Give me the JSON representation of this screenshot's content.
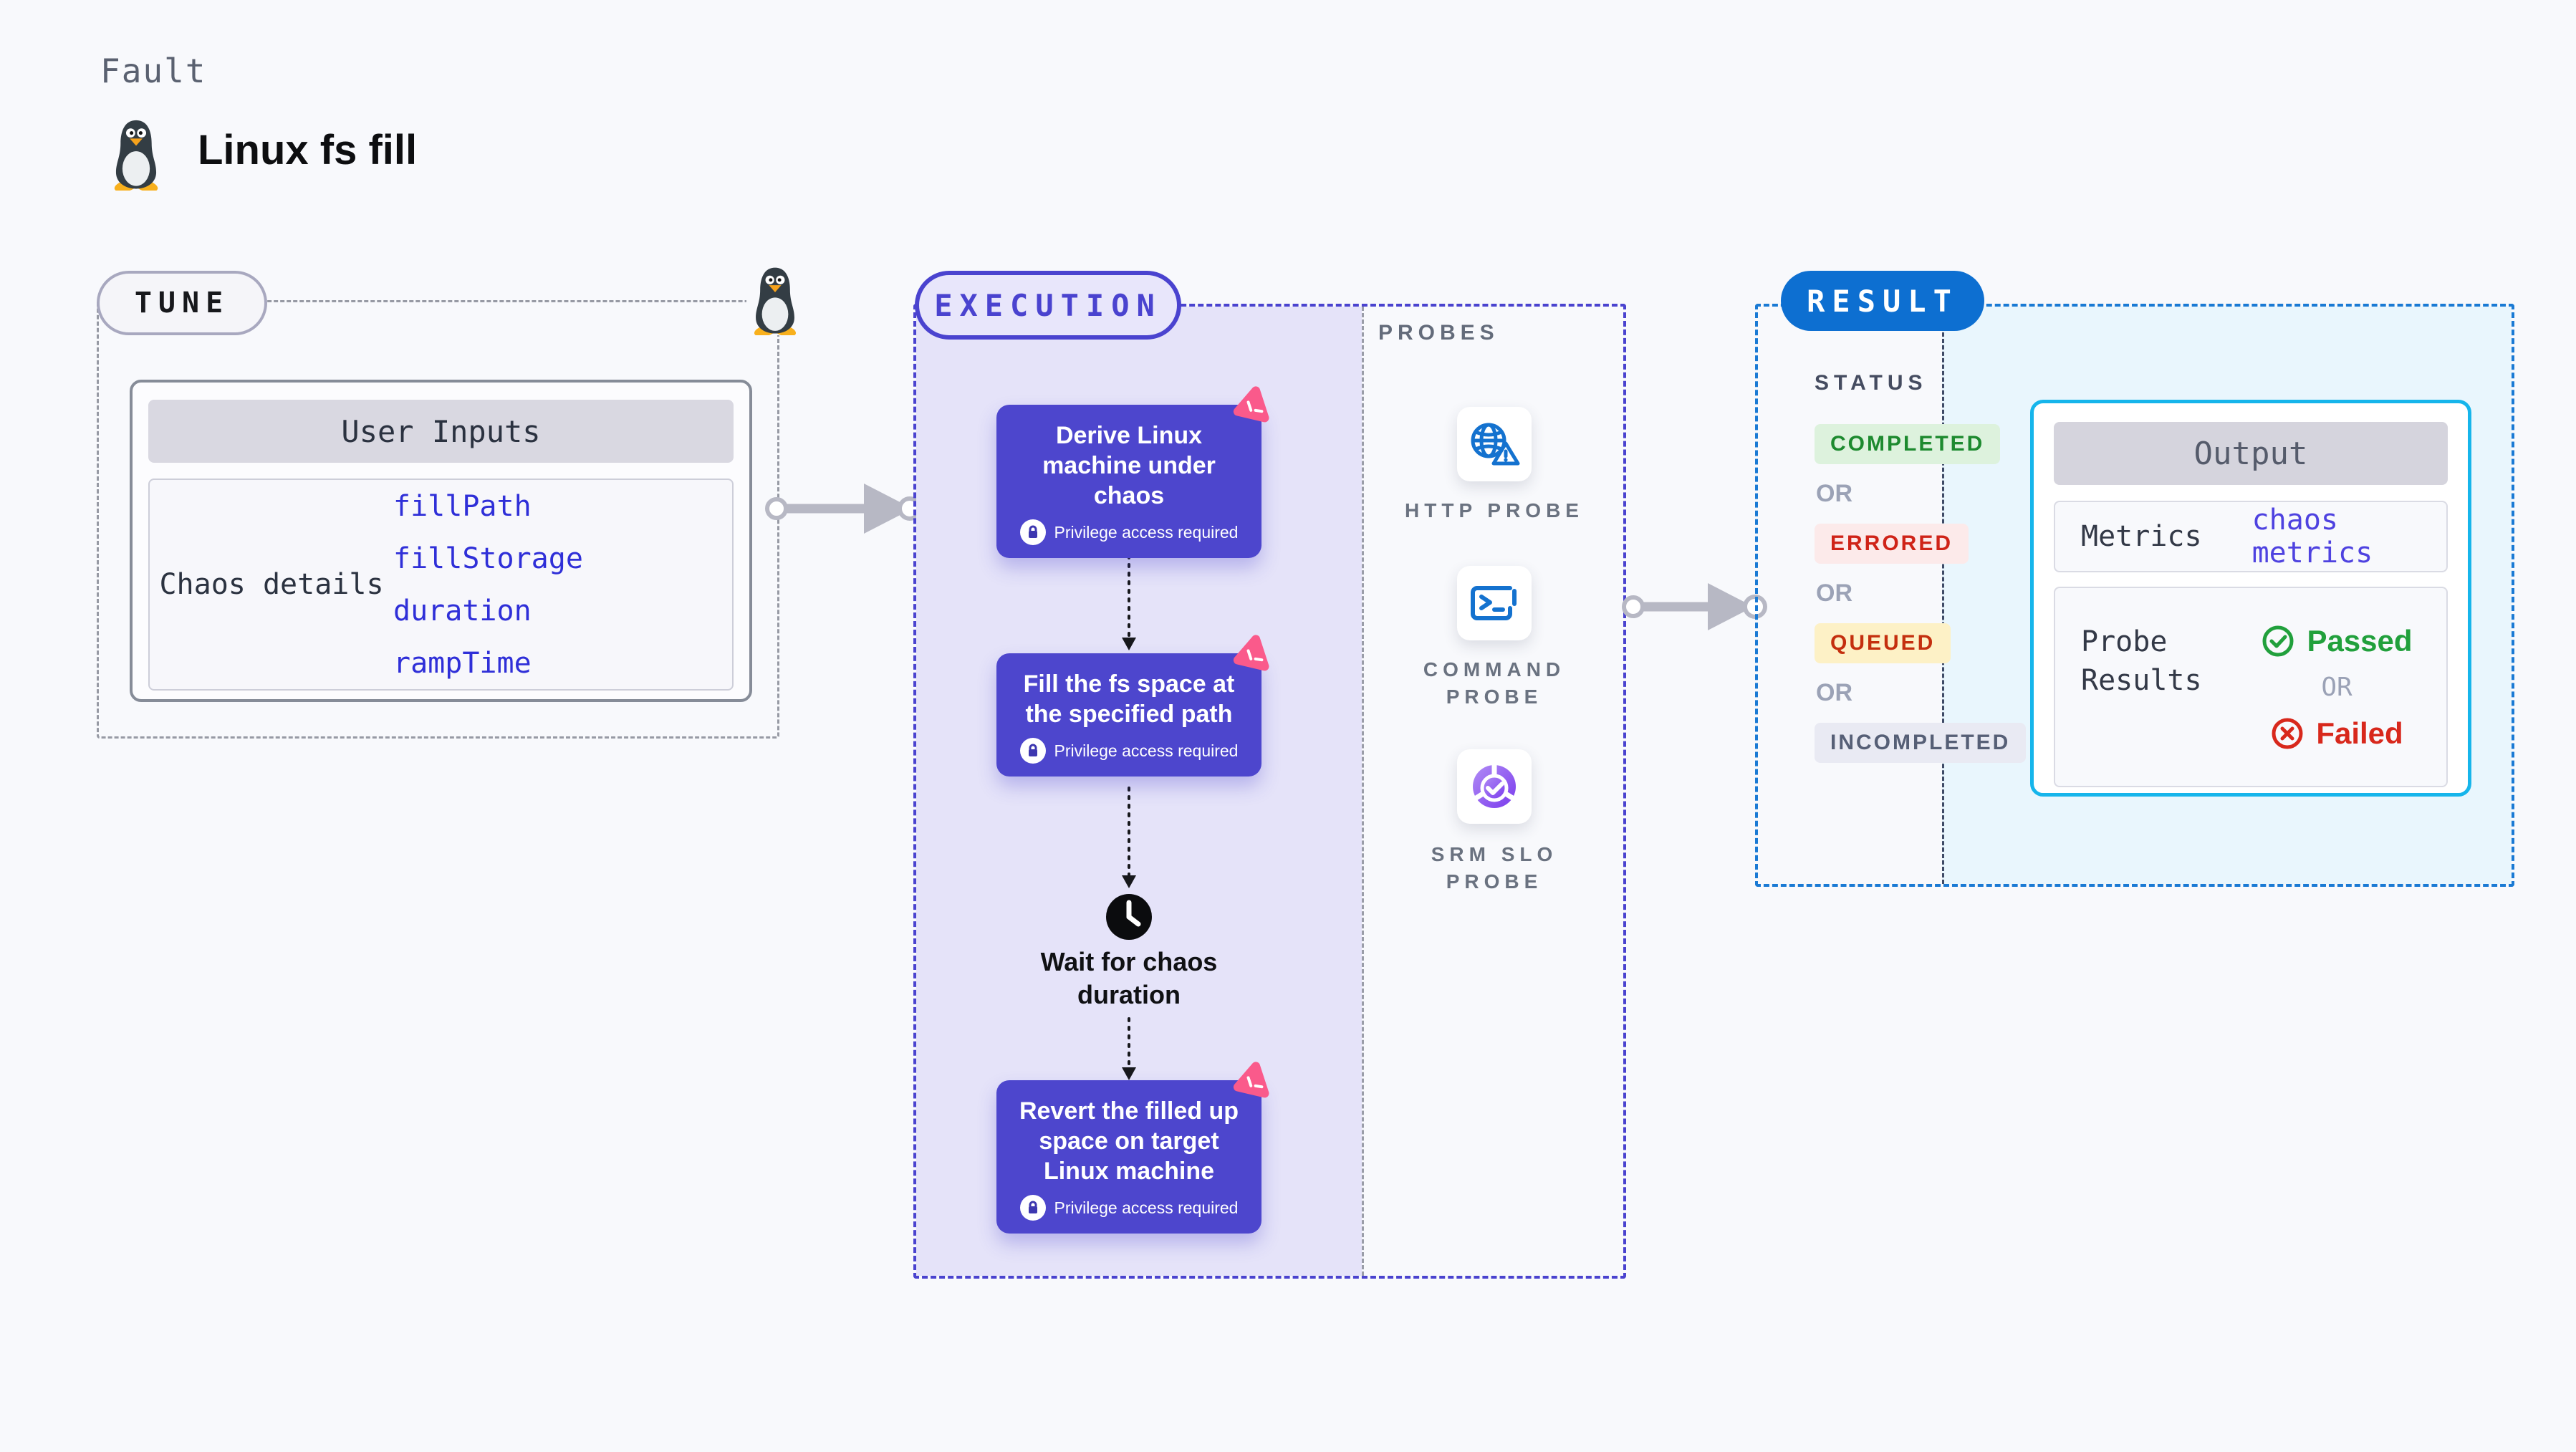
{
  "header": {
    "eyebrow": "Fault",
    "title": "Linux fs fill"
  },
  "tune": {
    "badge": "TUNE",
    "table": {
      "header": "User Inputs",
      "row_label": "Chaos details",
      "values": [
        "fillPath",
        "fillStorage",
        "duration",
        "rampTime"
      ]
    }
  },
  "execution": {
    "badge": "EXECUTION",
    "privilege_label": "Privilege access required",
    "steps": [
      {
        "title": "Derive Linux machine under chaos"
      },
      {
        "title": "Fill the fs space at the specified path"
      },
      {
        "title": "Revert the filled up space on target Linux machine"
      }
    ],
    "wait_label": "Wait for chaos duration"
  },
  "probes": {
    "title": "PROBES",
    "items": [
      {
        "label": "HTTP PROBE",
        "icon": "globe-warning-icon"
      },
      {
        "label": "COMMAND PROBE",
        "icon": "terminal-icon"
      },
      {
        "label": "SRM SLO PROBE",
        "icon": "slo-pie-check-icon"
      }
    ]
  },
  "result": {
    "badge": "RESULT",
    "status": {
      "title": "STATUS",
      "or_label": "OR",
      "items": [
        {
          "label": "COMPLETED",
          "fg": "#1d8a2f",
          "bg": "#ddf2dd"
        },
        {
          "label": "ERRORED",
          "fg": "#cf2318",
          "bg": "#fceaea"
        },
        {
          "label": "QUEUED",
          "fg": "#c42f0e",
          "bg": "#fdf1c6"
        },
        {
          "label": "INCOMPLETED",
          "fg": "#565f76",
          "bg": "#e9eaf3"
        }
      ]
    },
    "output": {
      "header": "Output",
      "metrics_label": "Metrics",
      "metrics_value": "chaos metrics",
      "probe_results_label": "Probe Results",
      "passed_label": "Passed",
      "or_label": "OR",
      "failed_label": "Failed"
    }
  },
  "colors": {
    "page_bg": "#f8f9fc",
    "indigo_accent": "#4a43cf",
    "step_purple": "#4d46cd",
    "lavender_fill": "#e5e3f9",
    "chaos_pink": "#fa5a8b",
    "result_blue": "#0d6fd1",
    "result_dash_blue": "#1a7ad4",
    "cyan_fill": "#e9f6fd",
    "output_border_cyan": "#16b5eb",
    "probe_icon_blue": "#1472cf",
    "mono_value_blue": "#2f2fd8",
    "passed_green": "#21a03c",
    "failed_red": "#d8281c",
    "gray_dash": "#979aa4"
  }
}
